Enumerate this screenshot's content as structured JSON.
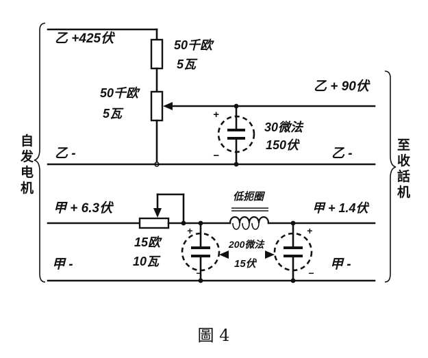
{
  "labels": {
    "b_plus_425": "乙 +425伏",
    "r1_value": "50千欧",
    "r1_power": "5瓦",
    "r2_value": "50千欧",
    "r2_power": "5瓦",
    "b_plus_90": "乙 + 90伏",
    "c1_value": "30微法",
    "c1_voltage": "150伏",
    "b_minus_left": "乙 -",
    "b_minus_right": "乙 -",
    "a_plus_63": "甲 + 6.3伏",
    "a_plus_14": "甲 + 1.4伏",
    "choke": "低扼圈",
    "r3_value": "15欧",
    "r3_power": "10瓦",
    "c2_value": "200微法",
    "c2_voltage": "15伏",
    "a_minus_left": "甲 -",
    "a_minus_right": "甲 -",
    "left_side": [
      "自",
      "发",
      "电",
      "机"
    ],
    "right_side": [
      "至",
      "收",
      "話",
      "机"
    ],
    "caption": "圖 4"
  },
  "colors": {
    "ink": "#111111",
    "paper": "#ffffff"
  }
}
